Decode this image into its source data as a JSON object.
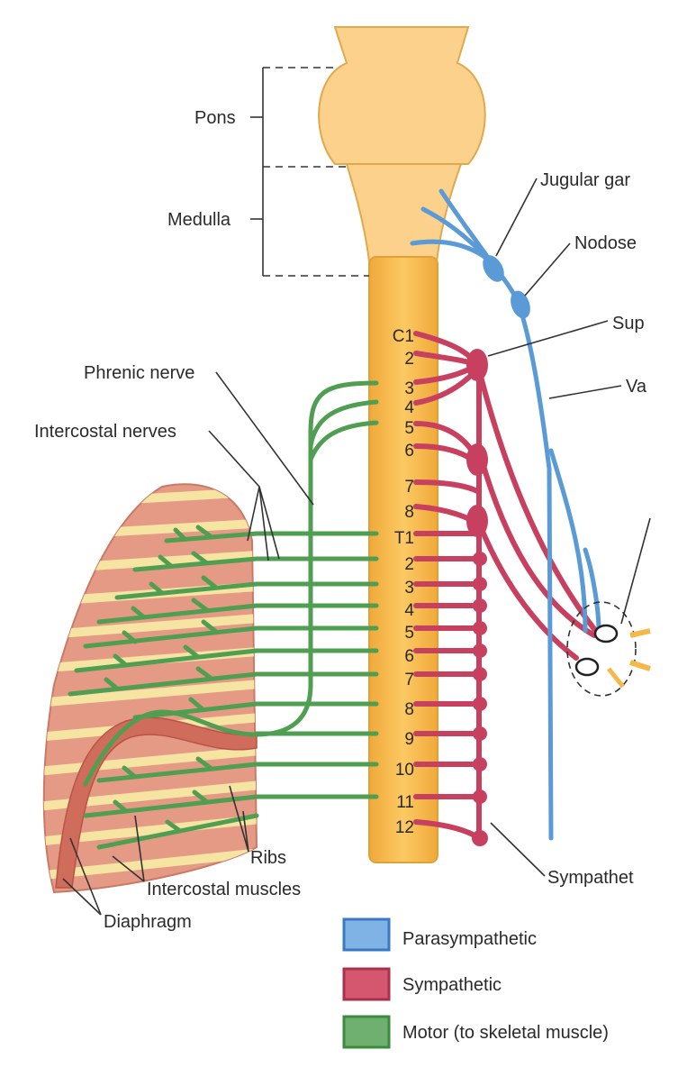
{
  "labels": {
    "pons": "Pons",
    "medulla": "Medulla",
    "jugular": "Jugular gar",
    "nodose": "Nodose",
    "superior": "Sup",
    "vagus": "Va",
    "phrenic": "Phrenic nerve",
    "intercostal_nerves": "Intercostal nerves",
    "ribs": "Ribs",
    "intercostal_muscles": "Intercostal muscles",
    "diaphragm": "Diaphragm",
    "sympathetic_chain": "Sympathet"
  },
  "segments": {
    "cervical": [
      "C1",
      "2",
      "3",
      "4",
      "5",
      "6",
      "7",
      "8"
    ],
    "thoracic": [
      "T1",
      "2",
      "3",
      "4",
      "5",
      "6",
      "7",
      "8",
      "9",
      "10",
      "11",
      "12"
    ]
  },
  "legend": [
    {
      "label": "Parasympathetic",
      "color": "#7fb2e5",
      "border": "#3a78c2"
    },
    {
      "label": "Sympathetic",
      "color": "#d4566f",
      "border": "#a8324c"
    },
    {
      "label": "Motor (to skeletal muscle)",
      "color": "#6fb070",
      "border": "#3c8a3e"
    }
  ],
  "colors": {
    "cord": "#f6b949",
    "brainstem": "#fbd18c",
    "parasympathetic": "#5a9ad6",
    "sympathetic": "#c8405f",
    "motor": "#4f9e52",
    "lung": "#e59a86",
    "rib": "#f6e4a3"
  }
}
